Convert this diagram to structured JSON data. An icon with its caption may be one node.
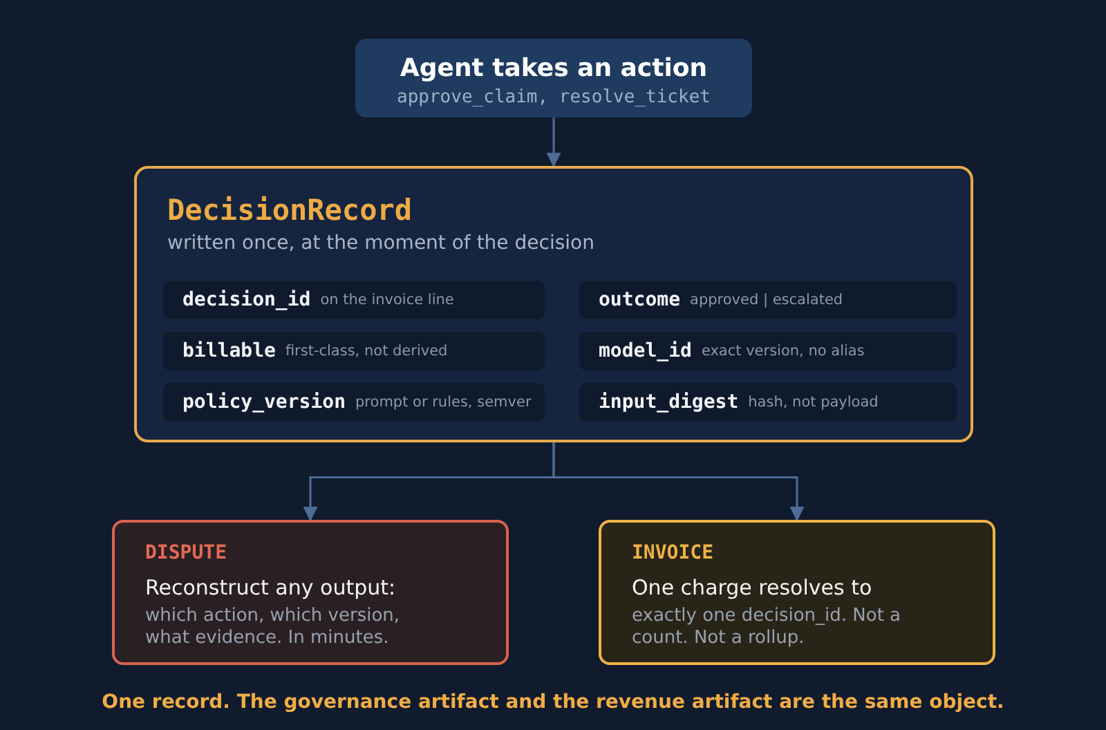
{
  "diagram": {
    "caption": "One record. The governance artifact and the revenue artifact are the same object.",
    "nodes": [
      {
        "text": [
          "Agent takes an action",
          "approve_claim, resolve_ticket"
        ]
      },
      {
        "text": [
          "DecisionRecord",
          "written once, at the moment of the decision"
        ]
      },
      {
        "text": [
          "decision_id",
          "on the invoice line"
        ],
        "in": 1
      },
      {
        "text": [
          "outcome",
          "approved | escalated"
        ],
        "in": 1
      },
      {
        "text": [
          "billable",
          "first-class, not derived"
        ],
        "in": 1
      },
      {
        "text": [
          "model_id",
          "exact version, no alias"
        ],
        "in": 1
      },
      {
        "text": [
          "policy_version",
          "prompt or rules, semver"
        ],
        "in": 1
      },
      {
        "text": [
          "input_digest",
          "hash, not payload"
        ],
        "in": 1
      },
      {
        "text": [
          "DISPUTE",
          "Reconstruct any output:",
          "which action, which version, what evidence. In minutes."
        ]
      },
      {
        "text": [
          "INVOICE",
          "One charge resolves to",
          "exactly one decision_id. Not a count. Not a rollup."
        ]
      }
    ],
    "edges": [
      {
        "from": 0,
        "to": 1,
        "arrow": "to"
      },
      {
        "from": 1,
        "to": 8,
        "arrow": "to"
      },
      {
        "from": 1,
        "to": 9,
        "arrow": "to"
      }
    ]
  }
}
